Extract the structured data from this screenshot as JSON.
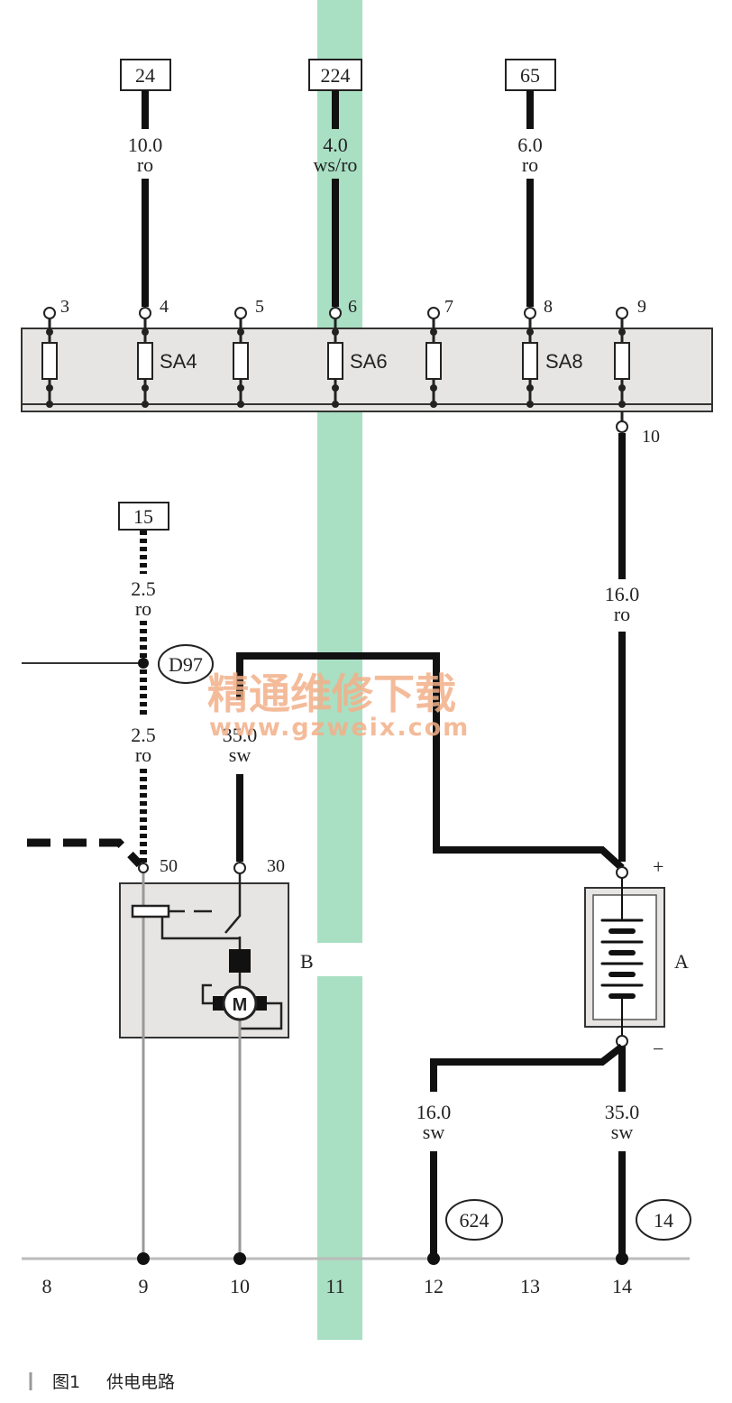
{
  "terminals": {
    "t24": "24",
    "t224": "224",
    "t65": "65",
    "t15": "15"
  },
  "wires": {
    "w1": {
      "size": "10.0",
      "color": "ro"
    },
    "w2": {
      "size": "4.0",
      "color": "ws/ro"
    },
    "w3": {
      "size": "6.0",
      "color": "ro"
    },
    "w4": {
      "size": "16.0",
      "color": "ro"
    },
    "w5": {
      "size": "2.5",
      "color": "ro"
    },
    "w6": {
      "size": "2.5",
      "color": "ro"
    },
    "w7": {
      "size": "35.0",
      "color": "sw"
    },
    "w8": {
      "size": "16.0",
      "color": "sw"
    },
    "w9": {
      "size": "35.0",
      "color": "sw"
    }
  },
  "fusebox": {
    "pins": [
      "3",
      "4",
      "5",
      "6",
      "7",
      "8",
      "9"
    ],
    "fuse_labels": [
      "SA4",
      "SA6",
      "SA8"
    ],
    "out_pin": "10"
  },
  "connectors": {
    "d97": "D97",
    "g624": "624",
    "g14": "14"
  },
  "starter": {
    "label": "B",
    "pin50": "50",
    "pin30": "30",
    "motor": "M"
  },
  "battery": {
    "label": "A",
    "plus": "+",
    "minus": "−"
  },
  "grid": [
    "8",
    "9",
    "10",
    "11",
    "12",
    "13",
    "14"
  ],
  "watermark": {
    "line1": "精通维修下载",
    "line2": "www.gzweix.com"
  },
  "caption": {
    "fig": "图1",
    "title": "供电电路"
  }
}
